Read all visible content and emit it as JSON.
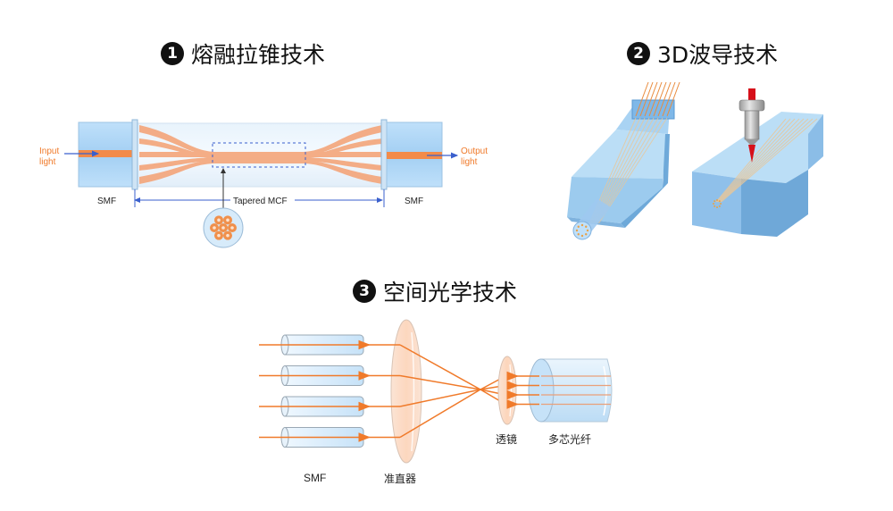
{
  "sections": [
    {
      "number": "1",
      "title": "熔融拉锥技术"
    },
    {
      "number": "2",
      "title": "3D波导技术"
    },
    {
      "number": "3",
      "title": "空间光学技术"
    }
  ],
  "fused_taper": {
    "input_label_line1": "Input",
    "input_label_line2": "light",
    "output_label_line1": "Output",
    "output_label_line2": "light",
    "left_smf_label": "SMF",
    "right_smf_label": "SMF",
    "tapered_label": "Tapered MCF",
    "core_count": 7
  },
  "waveguide": {
    "core_count": 8
  },
  "free_space": {
    "smf_label": "SMF",
    "collimator_label": "准直器",
    "lens_label": "透镜",
    "mcf_label": "多芯光纤",
    "channel_count": 4
  },
  "colors": {
    "orange": "#f07a2a",
    "light_orange": "#f4b08a",
    "blue_arrow": "#3a5fcd",
    "glass_blue": "#a8d4f5",
    "glass_light": "#e3f1fc",
    "red_laser": "#d6101a"
  }
}
